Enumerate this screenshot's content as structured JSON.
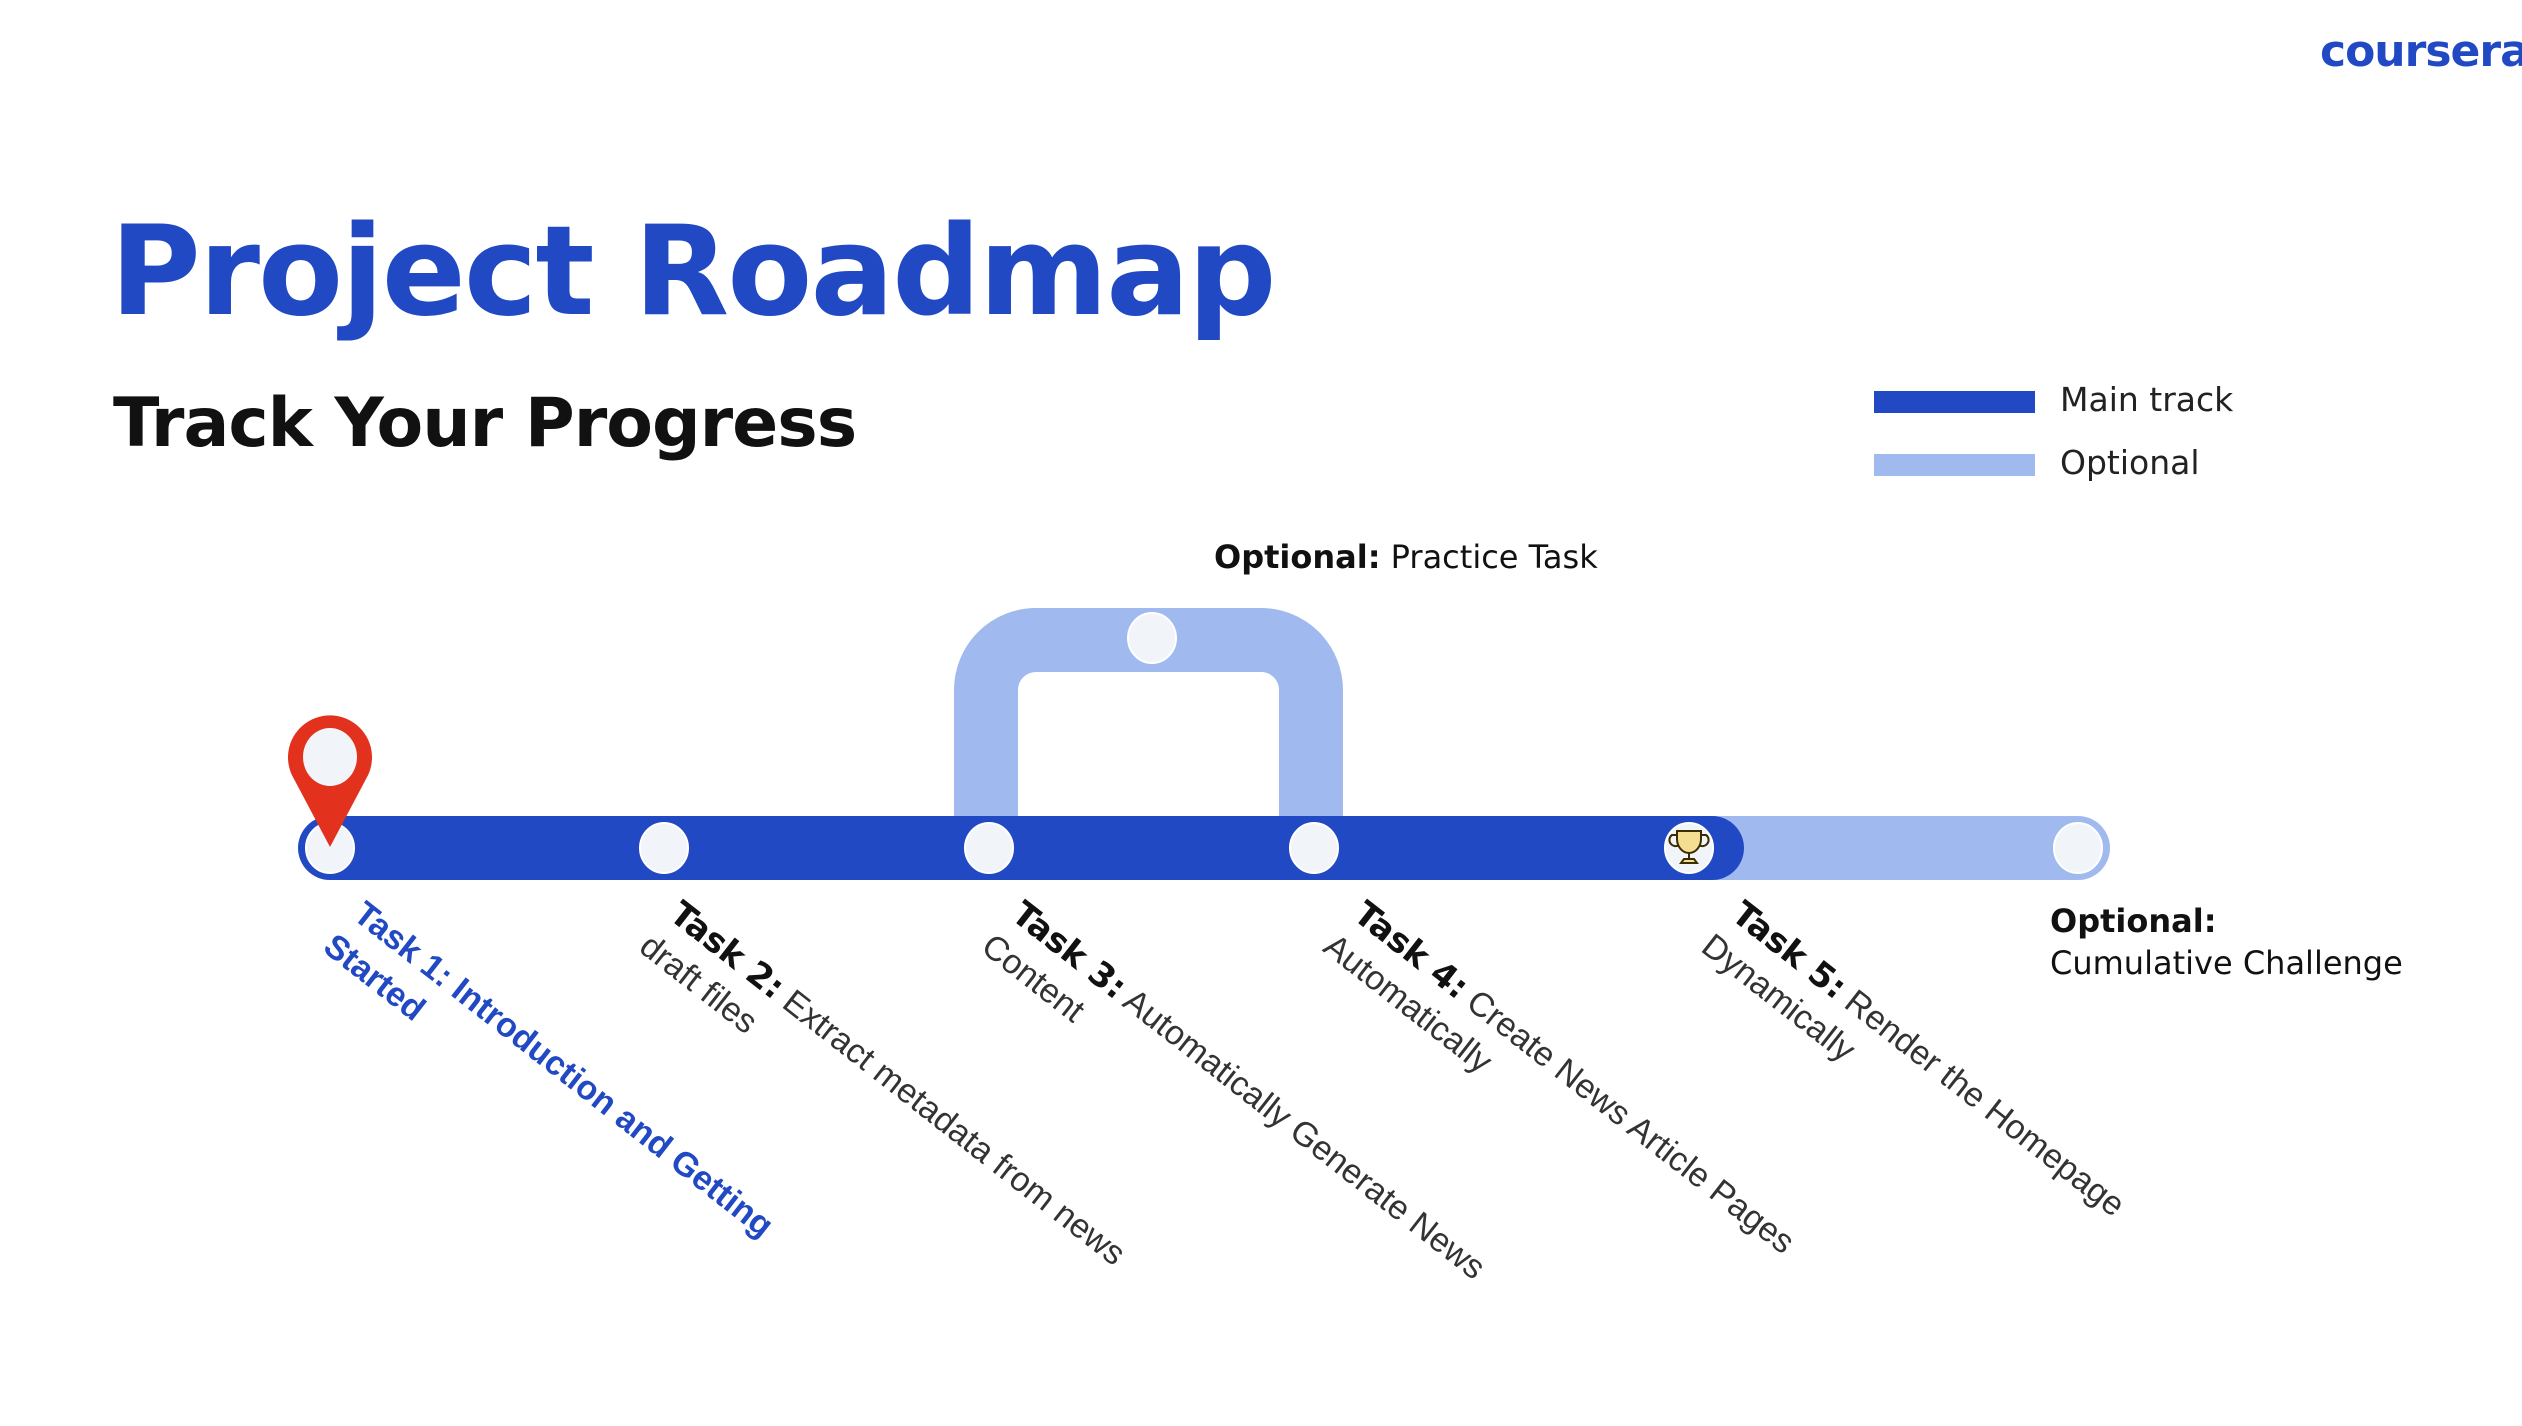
{
  "brand": "coursera",
  "title": "Project Roadmap",
  "subtitle": "Track Your Progress",
  "legend": [
    {
      "label": "Main track",
      "color": "#2249C4"
    },
    {
      "label": "Optional",
      "color": "#A0B9EE"
    }
  ],
  "colors": {
    "main": "#2249C4",
    "optional": "#A0B9EE",
    "pin": "#E2321E",
    "node": "#F1F5F9"
  },
  "practice": {
    "prefix": "Optional:",
    "text": "Practice Task"
  },
  "tasks": [
    {
      "prefix": "Task 1:",
      "line1": "Introduction and Getting",
      "line2": "Started",
      "current": true
    },
    {
      "prefix": "Task 2:",
      "line1": "Extract metadata from news",
      "line2": "draft files"
    },
    {
      "prefix": "Task 3:",
      "line1": "Automatically Generate News",
      "line2": "Content"
    },
    {
      "prefix": "Task 4:",
      "line1": "Create News Article Pages",
      "line2": "Automatically"
    },
    {
      "prefix": "Task 5:",
      "line1": "Render the Homepage",
      "line2": "Dynamically"
    }
  ],
  "cumulative": {
    "prefix": "Optional:",
    "text": "Cumulative Challenge"
  },
  "icons": {
    "pin": "map-pin-icon",
    "trophy": "trophy-icon"
  }
}
